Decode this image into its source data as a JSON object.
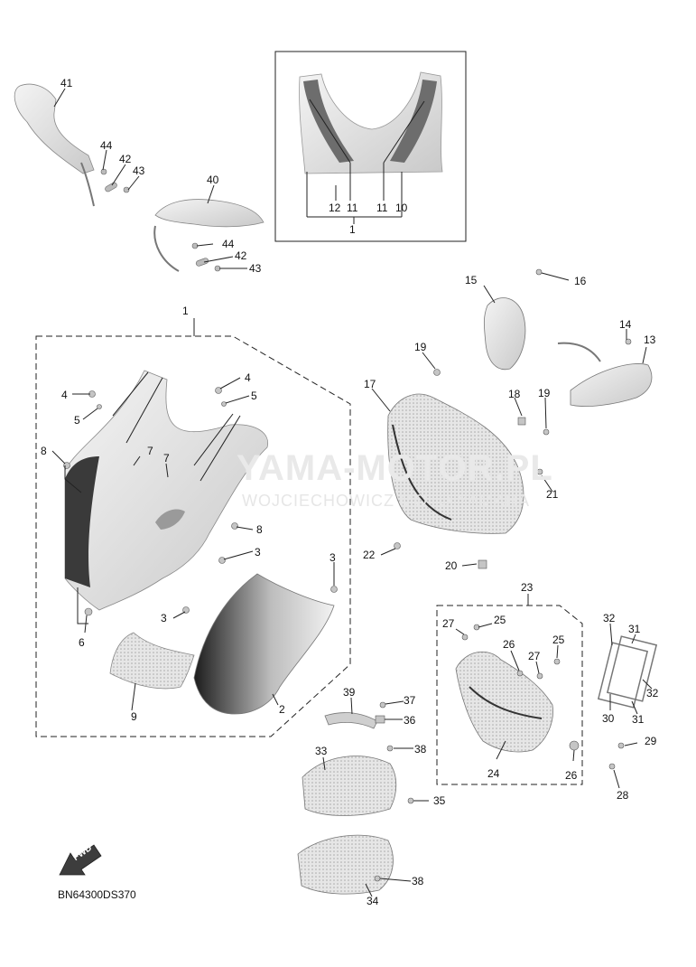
{
  "watermark": {
    "main": "YAMA-MOTOR.PL",
    "sub": "WOJCIECHOWICZ MOTO YAMAHA"
  },
  "fwd_label": "FWD",
  "catalog_code": "BN64300DS370",
  "labels": [
    "1",
    "1",
    "2",
    "3",
    "3",
    "3",
    "4",
    "4",
    "5",
    "5",
    "6",
    "7",
    "7",
    "8",
    "8",
    "9",
    "10",
    "11",
    "11",
    "12",
    "13",
    "14",
    "15",
    "16",
    "17",
    "18",
    "19",
    "19",
    "20",
    "21",
    "22",
    "23",
    "24",
    "25",
    "25",
    "26",
    "26",
    "27",
    "27",
    "28",
    "29",
    "30",
    "31",
    "31",
    "32",
    "32",
    "33",
    "34",
    "35",
    "36",
    "37",
    "38",
    "38",
    "39",
    "40",
    "41",
    "42",
    "42",
    "43",
    "43",
    "44",
    "44"
  ]
}
